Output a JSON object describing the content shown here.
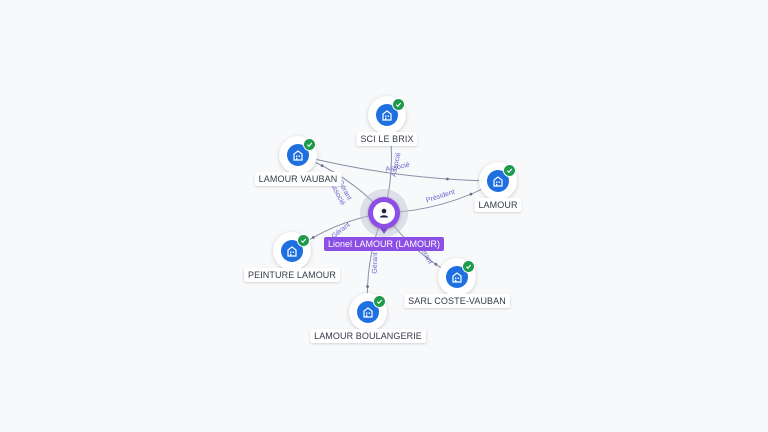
{
  "center": {
    "name": "Lionel LAMOUR (LAMOUR)",
    "icon": "person-icon"
  },
  "companies": [
    {
      "id": "sci-le-brix",
      "name": "SCI LE BRIX",
      "icon": "building-icon",
      "status": "verified-check-icon"
    },
    {
      "id": "lamour-vauban",
      "name": "LAMOUR VAUBAN",
      "icon": "building-icon",
      "status": "verified-check-icon"
    },
    {
      "id": "lamour",
      "name": "LAMOUR",
      "icon": "building-icon",
      "status": "verified-check-icon"
    },
    {
      "id": "peinture-lamour",
      "name": "PEINTURE LAMOUR",
      "icon": "building-icon",
      "status": "verified-check-icon"
    },
    {
      "id": "sarl-coste-vauban",
      "name": "SARL COSTE-VAUBAN",
      "icon": "building-icon",
      "status": "verified-check-icon"
    },
    {
      "id": "lamour-boulangerie",
      "name": "LAMOUR BOULANGERIE",
      "icon": "building-icon",
      "status": "verified-check-icon"
    }
  ],
  "relations": [
    {
      "to": "sci-le-brix",
      "label": "Associé"
    },
    {
      "to": "lamour-vauban",
      "label": "Gérant\nAssocié"
    },
    {
      "to": "lamour",
      "label": "Président"
    },
    {
      "to": "peinture-lamour",
      "label": "Gérant"
    },
    {
      "to": "sarl-coste-vauban",
      "label": "Gérant"
    },
    {
      "to": "lamour-boulangerie",
      "label": "Gérant"
    },
    {
      "from": "lamour-vauban",
      "to": "lamour",
      "label": "Associé"
    }
  ],
  "colors": {
    "person": "#8b4fe6",
    "company": "#1e6fe0",
    "check": "#1e9a4b",
    "edge_label": "#6b63c8"
  }
}
